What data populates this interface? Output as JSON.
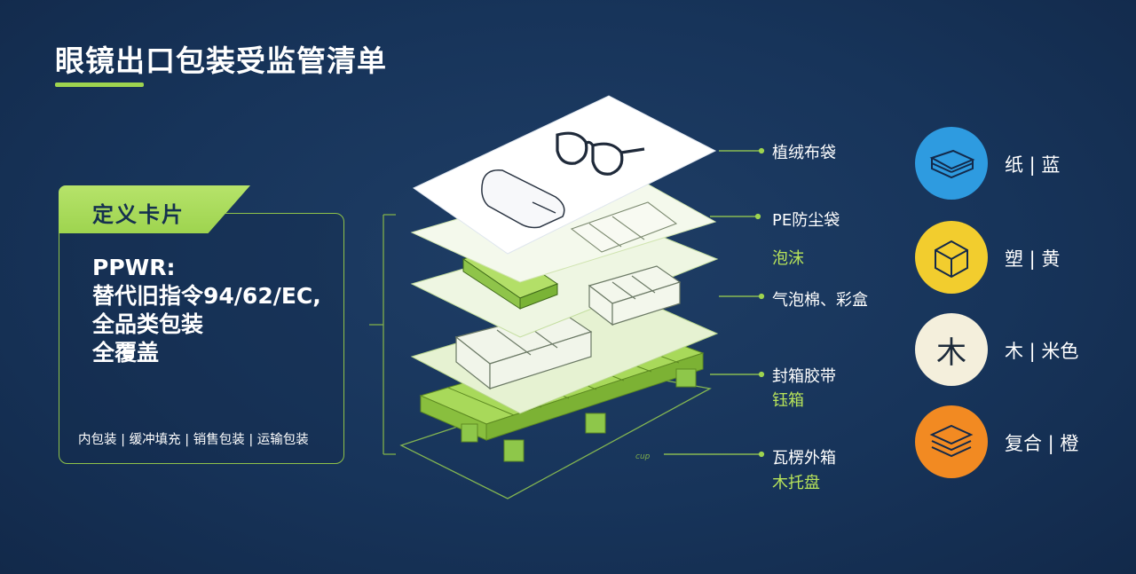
{
  "title": "眼镜出口包装受监管清单",
  "definition_card": {
    "tab_label": "定义卡片",
    "body_lines": [
      "PPWR:",
      "替代旧指令94/62/EC,",
      "全品类包装",
      "全覆盖"
    ],
    "footer": "内包装 | 缓冲填充 | 销售包装 | 运输包装"
  },
  "callouts": [
    {
      "label": "植绒布袋"
    },
    {
      "label": "PE防尘袋",
      "sub": "泡沫"
    },
    {
      "label": "气泡棉、彩盒"
    },
    {
      "label": "封箱胶带",
      "sub": "钰箱"
    },
    {
      "label": "瓦楞外箱",
      "sub": "木托盘"
    }
  ],
  "tiny_mark": "cup",
  "legend": [
    {
      "icon": "paper-stack-icon",
      "label": "纸 | 蓝",
      "color": "#2e9be0"
    },
    {
      "icon": "plastic-cube-icon",
      "label": "塑 | 黄",
      "color": "#f2cd2e"
    },
    {
      "icon": "wood-character-icon",
      "glyph": "木",
      "label": "木 | 米色",
      "color": "#f4efdc"
    },
    {
      "icon": "composite-layers-icon",
      "label": "复合 | 橙",
      "color": "#f28a22"
    }
  ],
  "colors": {
    "accent_green": "#9ed44f",
    "background": "#17345a"
  }
}
